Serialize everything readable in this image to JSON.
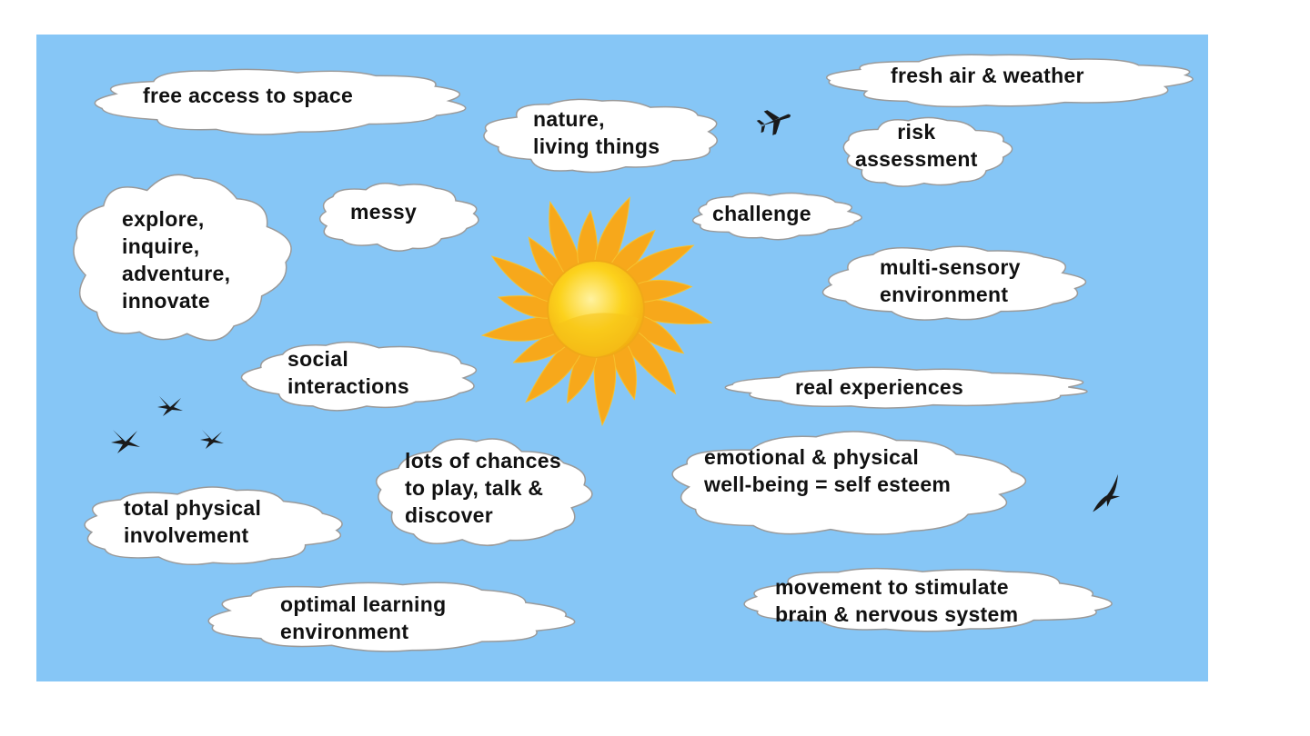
{
  "colors": {
    "sky": "#86c6f6",
    "cloud_fill": "#ffffff",
    "cloud_outline": "#9a9a9a",
    "sun_core": "#fcd21c",
    "sun_rays": "#f7a81b",
    "text": "#111111",
    "silhouette": "#1a1a1a"
  },
  "icons": [
    "sun-icon",
    "airplane-icon",
    "swallow-icon",
    "swallow-icon",
    "swallow-icon",
    "flying-bird-icon"
  ],
  "clouds": {
    "free_access": {
      "lines": [
        "free access to space"
      ]
    },
    "nature": {
      "lines": [
        "nature,",
        "living things"
      ]
    },
    "fresh_air": {
      "lines": [
        "fresh air & weather"
      ]
    },
    "risk": {
      "lines": [
        "risk",
        "assessment"
      ]
    },
    "explore": {
      "lines": [
        "explore,",
        "inquire,",
        "adventure,",
        "innovate"
      ]
    },
    "messy": {
      "lines": [
        "messy"
      ]
    },
    "challenge": {
      "lines": [
        "challenge"
      ]
    },
    "multi_sensory": {
      "lines": [
        "multi-sensory",
        "environment"
      ]
    },
    "social": {
      "lines": [
        "social",
        "interactions"
      ]
    },
    "real_experiences": {
      "lines": [
        "real experiences"
      ]
    },
    "lots_of_chances": {
      "lines": [
        "lots of chances",
        "to play, talk &",
        "discover"
      ]
    },
    "emotional": {
      "lines": [
        "emotional & physical",
        "well-being = self esteem"
      ]
    },
    "total_physical": {
      "lines": [
        "total physical",
        "involvement"
      ]
    },
    "optimal_learning": {
      "lines": [
        "optimal learning",
        "environment"
      ]
    },
    "movement": {
      "lines": [
        "movement to stimulate",
        "brain & nervous system"
      ]
    }
  }
}
